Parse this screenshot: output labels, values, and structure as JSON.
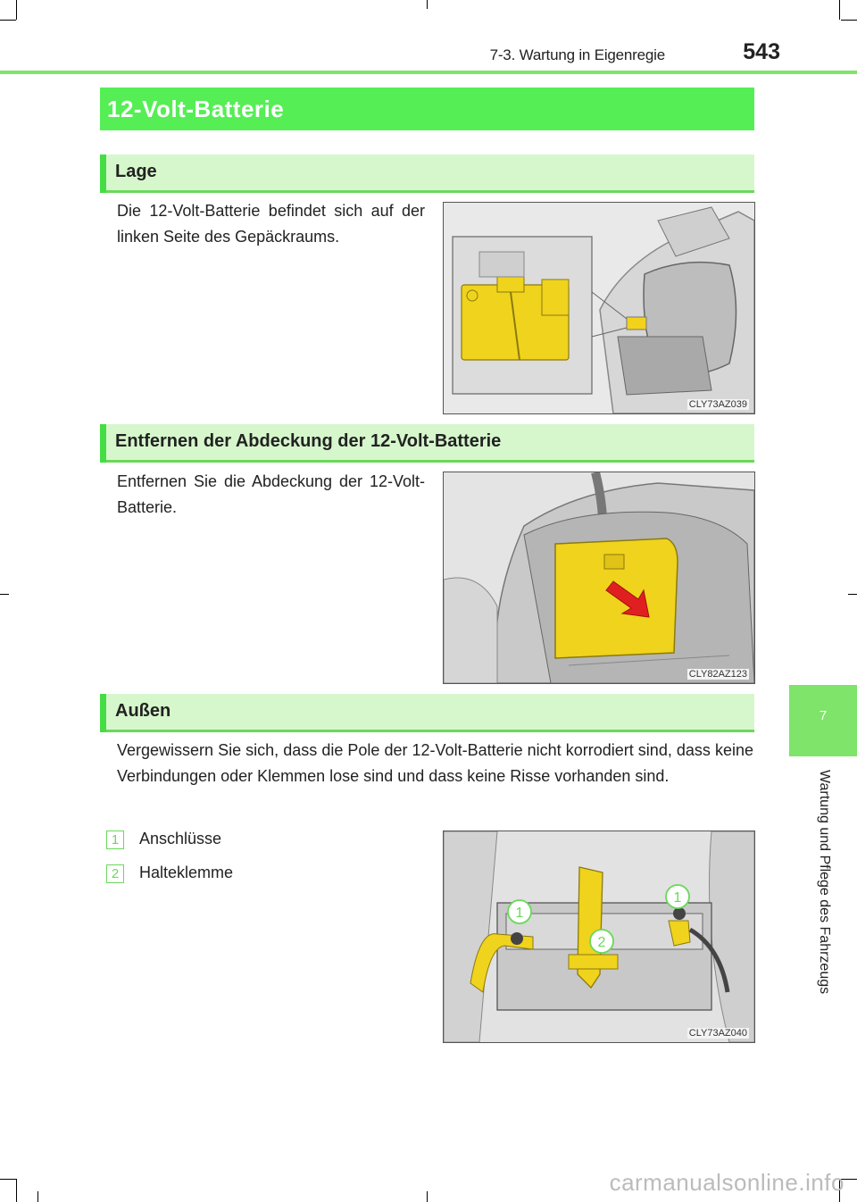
{
  "header": {
    "section": "7-3. Wartung in Eigenregie",
    "page_number": "543",
    "accent_color": "#7ee46a"
  },
  "chapter_tab": {
    "number": "7",
    "title": "Wartung und Pflege des Fahrzeugs"
  },
  "title": "12-Volt-Batterie",
  "sections": [
    {
      "heading": "Lage",
      "text": "Die 12-Volt-Batterie befindet sich auf der linken Seite des Gepäckraums.",
      "figure_code": "CLY73AZ039"
    },
    {
      "heading": "Entfernen der Abdeckung der 12-Volt-Batterie",
      "text": "Entfernen Sie die Abdeckung der 12-Volt-Batterie.",
      "figure_code": "CLY82AZ123"
    },
    {
      "heading": "Außen",
      "text": "Vergewissern Sie sich, dass die Pole der 12-Volt-Batterie nicht korrodiert sind, dass keine Verbindungen oder Klemmen lose sind und dass keine Risse vorhanden sind.",
      "figure_code": "CLY73AZ040",
      "items": [
        {
          "num": "1",
          "label": "Anschlüsse"
        },
        {
          "num": "2",
          "label": "Halteklemme"
        }
      ],
      "callouts": [
        "1",
        "1",
        "2"
      ]
    }
  ],
  "watermark": "carmanualsonline.info"
}
